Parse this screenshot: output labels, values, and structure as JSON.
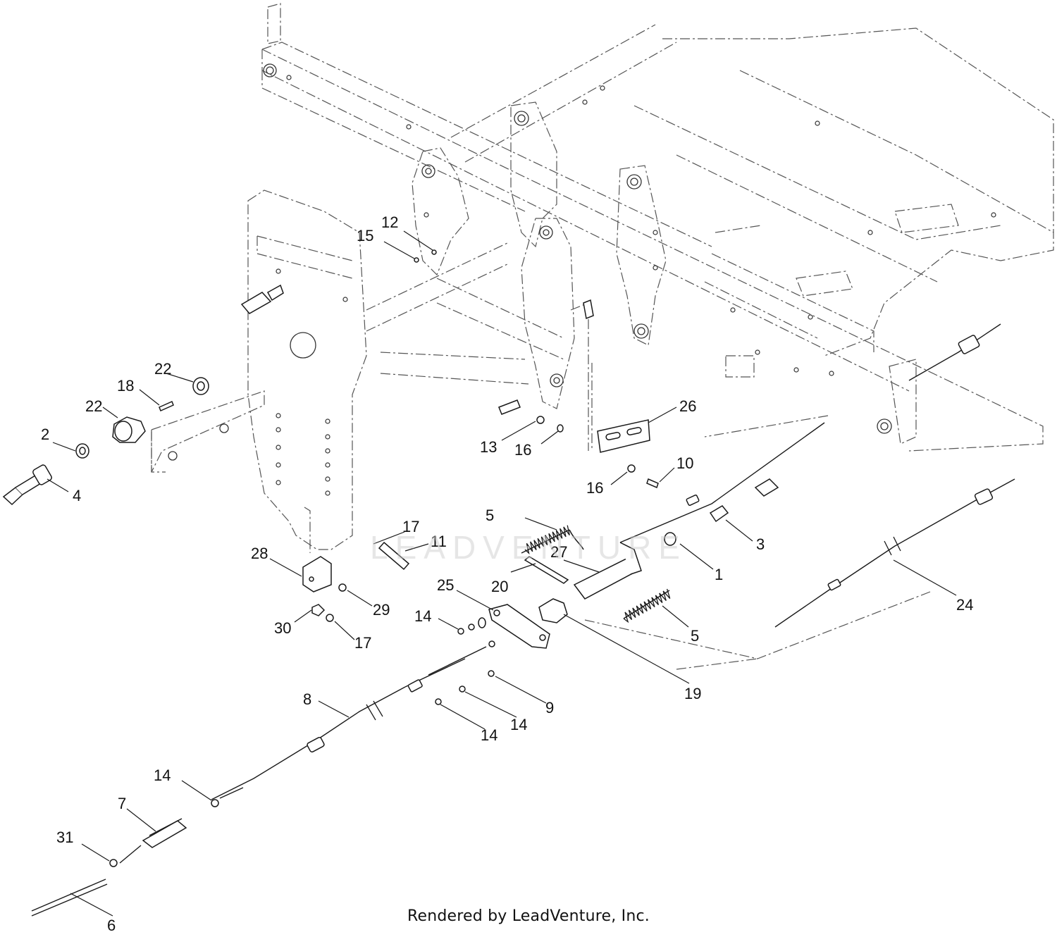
{
  "diagram": {
    "type": "exploded parts diagram",
    "colors": {
      "line": "#1a1a1a",
      "ghost_line": "#555555",
      "watermark": "#c9c9c9"
    },
    "callouts": [
      "12",
      "15",
      "22",
      "18",
      "22",
      "2",
      "4",
      "13",
      "16",
      "26",
      "16",
      "10",
      "5",
      "17",
      "11",
      "3",
      "27",
      "28",
      "20",
      "1",
      "25",
      "29",
      "14",
      "30",
      "17",
      "5",
      "24",
      "19",
      "9",
      "8",
      "14",
      "14",
      "14",
      "7",
      "31",
      "6"
    ],
    "watermark_text": "LEADVENTURE",
    "footer_text": "Rendered by LeadVenture, Inc."
  }
}
